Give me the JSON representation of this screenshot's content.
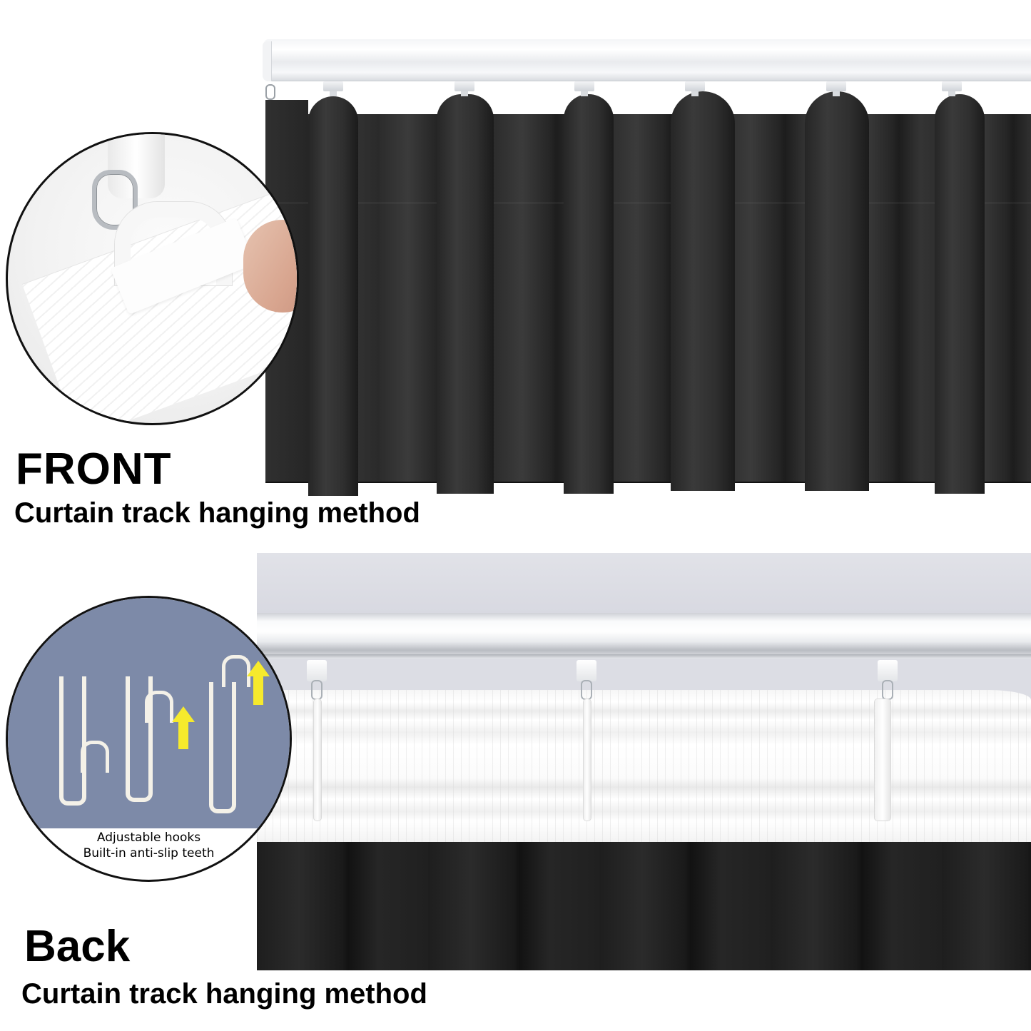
{
  "front": {
    "title": "FRONT",
    "subtitle": "Curtain track hanging method",
    "curtain_color": "#2c2c2c",
    "track_color": "#f4f5f7",
    "pleat_count": 6,
    "detail_inset": {
      "content": "Close-up of metal ring and white plastic hook clipped onto curtain tape"
    }
  },
  "back": {
    "title": "Back",
    "subtitle": "Curtain track hanging method",
    "curtain_color": "#1e1e1e",
    "tape_color": "#ffffff",
    "hook_count": 3,
    "detail_inset": {
      "caption_line1": "Adjustable hooks",
      "caption_line2": "Built-in anti-slip teeth",
      "background_color": "#7d8aa8",
      "arrow_color": "#f6ea2c"
    }
  }
}
